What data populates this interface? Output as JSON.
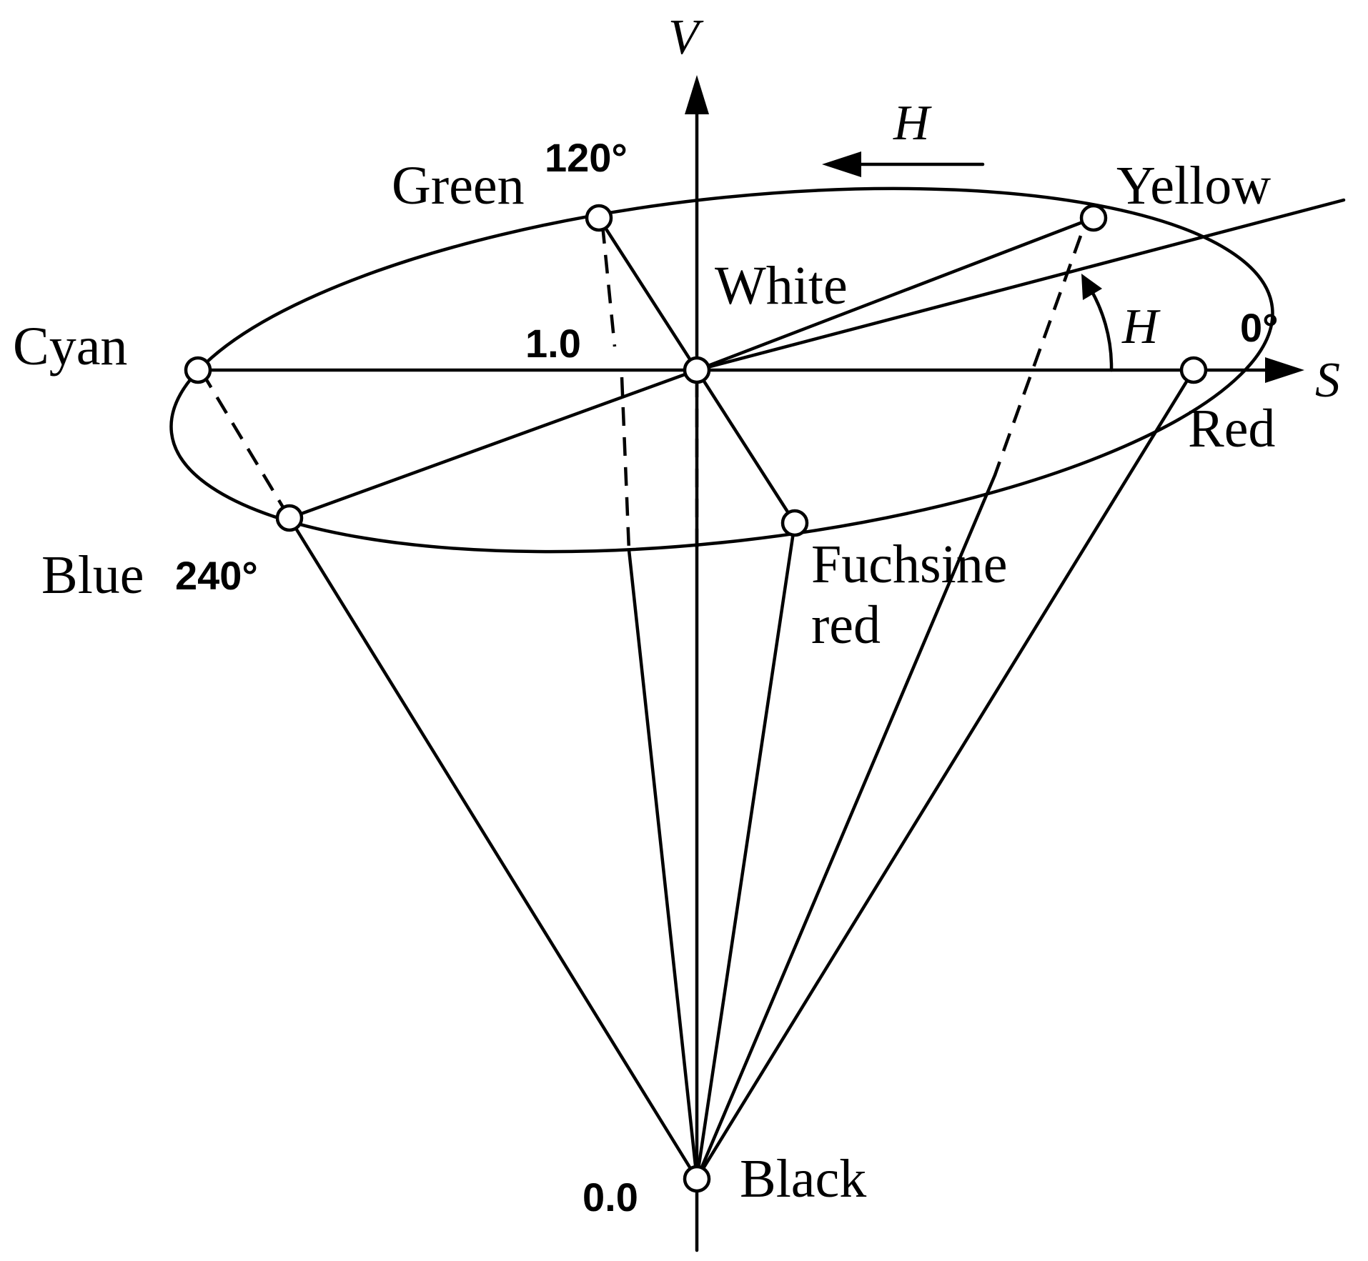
{
  "axes": {
    "vertical": "V",
    "horizontal": "S",
    "hue_top": "H",
    "hue_arc": "H"
  },
  "nodes": {
    "white": "White",
    "black": "Black",
    "green": "Green",
    "yellow": "Yellow",
    "cyan": "Cyan",
    "red": "Red",
    "blue": "Blue",
    "fuchsine_line1": "Fuchsine",
    "fuchsine_line2": "red"
  },
  "values": {
    "angle_120": "120°",
    "angle_240": "240°",
    "angle_0": "0°",
    "value_top": "1.0",
    "value_bottom": "0.0"
  }
}
